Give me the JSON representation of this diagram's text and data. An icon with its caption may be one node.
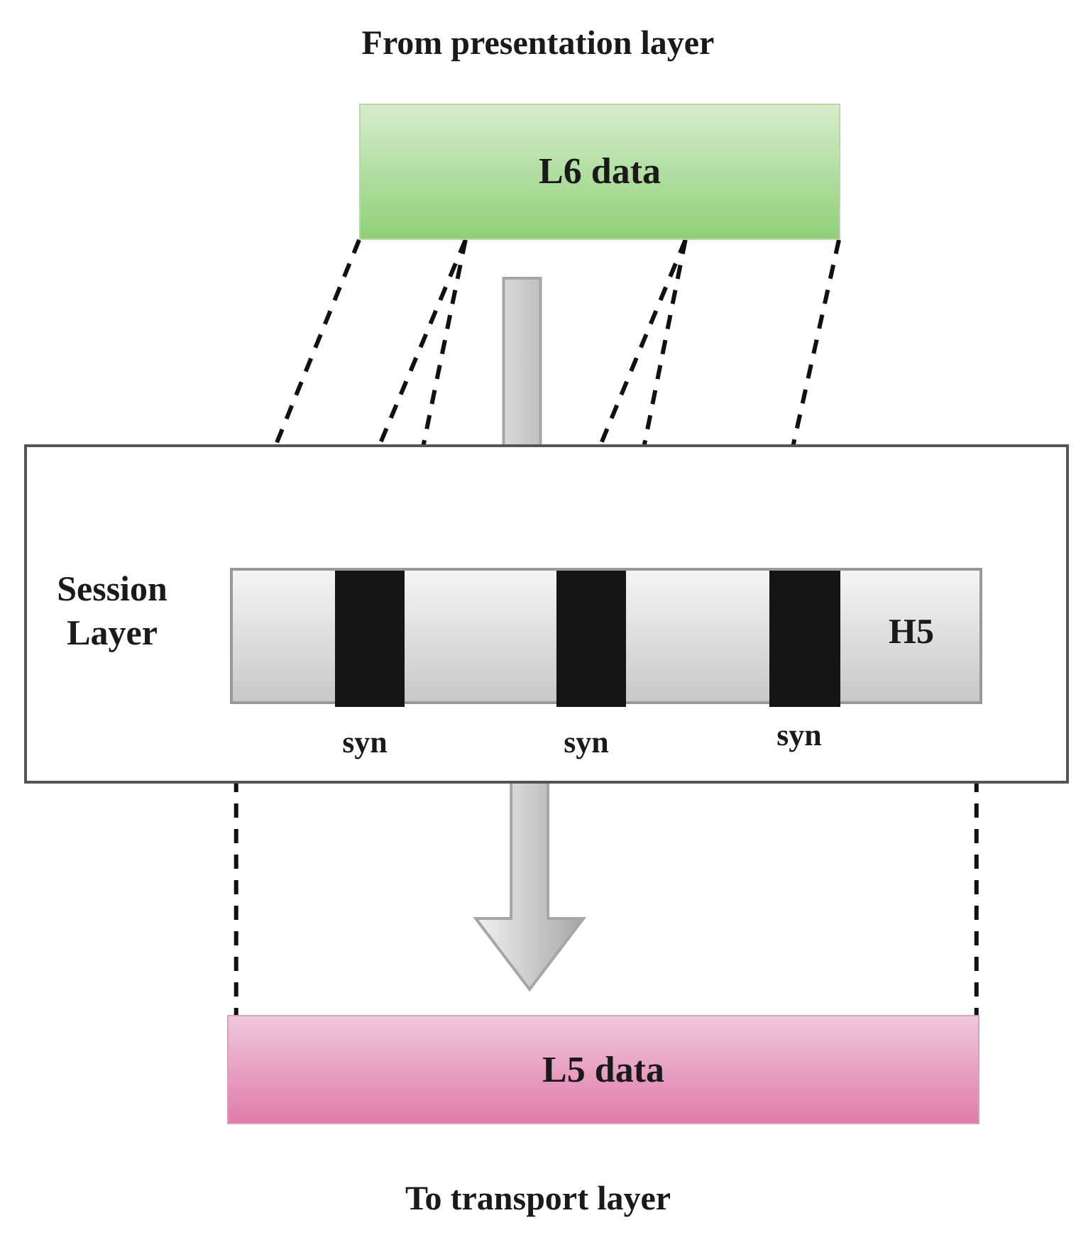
{
  "diagram": {
    "nodes": [
      {
        "text": [
          "L6 data"
        ],
        "beside": [
          "From presentation layer"
        ]
      },
      {
        "text": [
          "Session Layer"
        ]
      },
      {
        "text": [
          "H5"
        ],
        "in": 1
      },
      {
        "text": [],
        "shape": "box",
        "in": 2,
        "beside": [
          "syn"
        ]
      },
      {
        "text": [],
        "shape": "box",
        "in": 2,
        "beside": [
          "syn"
        ]
      },
      {
        "text": [],
        "shape": "box",
        "in": 2,
        "beside": [
          "syn"
        ]
      },
      {
        "text": [
          "L5 data"
        ],
        "beside": [
          "To transport layer"
        ]
      }
    ],
    "edges": [
      {
        "from": 0,
        "to": 2,
        "arrow": "none",
        "style": "dashed"
      },
      {
        "from": 0,
        "to": 3,
        "arrow": "none",
        "style": "dashed"
      },
      {
        "from": 0,
        "to": 3,
        "arrow": "none",
        "style": "dashed"
      },
      {
        "from": 0,
        "to": 4,
        "arrow": "none",
        "style": "dashed"
      },
      {
        "from": 0,
        "to": 4,
        "arrow": "none",
        "style": "dashed"
      },
      {
        "from": 0,
        "to": 5,
        "arrow": "none",
        "style": "dashed"
      },
      {
        "from": 0,
        "to": 2,
        "arrow": "to",
        "style": "thick",
        "color": "#a6a6a6"
      },
      {
        "from": 2,
        "to": 6,
        "arrow": "none",
        "style": "dashed"
      },
      {
        "from": 2,
        "to": 6,
        "arrow": "none",
        "style": "dashed"
      },
      {
        "from": 2,
        "to": 6,
        "arrow": "to",
        "style": "thick",
        "color": "#a6a6a6"
      }
    ]
  }
}
